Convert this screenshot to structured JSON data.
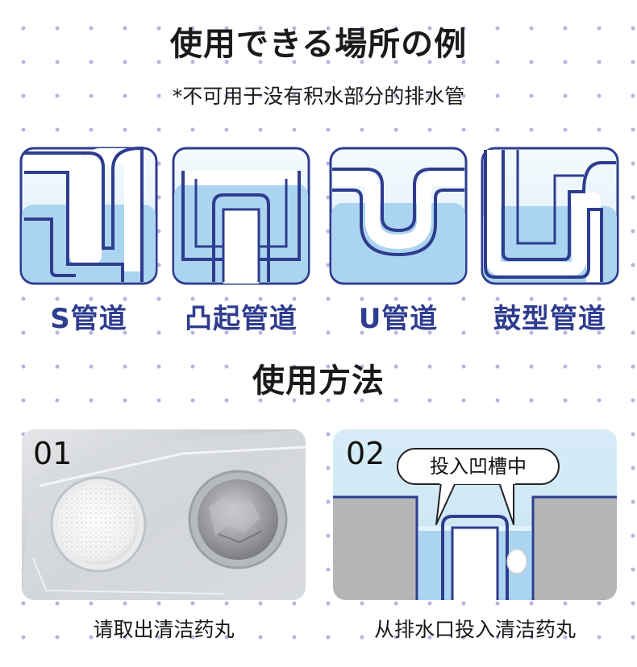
{
  "heading": "使用できる場所の例",
  "note": "*不可用于没有积水部分的排水管",
  "pipe_types": [
    {
      "label": "S管道",
      "icon": "s-pipe-icon"
    },
    {
      "label": "凸起管道",
      "icon": "raised-pipe-icon"
    },
    {
      "label": "U管道",
      "icon": "u-pipe-icon"
    },
    {
      "label": "鼓型管道",
      "icon": "drum-pipe-icon"
    }
  ],
  "usage_heading": "使用方法",
  "steps": [
    {
      "number": "01",
      "caption": "请取出清洁药丸"
    },
    {
      "number": "02",
      "caption": "从排水口投入清洁药丸",
      "callout": "投入凹槽中"
    }
  ],
  "colors": {
    "accent": "#2e3d8f",
    "water": "#aad4ef",
    "card_bg": "#eaf5fc",
    "ground": "#b5b5b5"
  }
}
